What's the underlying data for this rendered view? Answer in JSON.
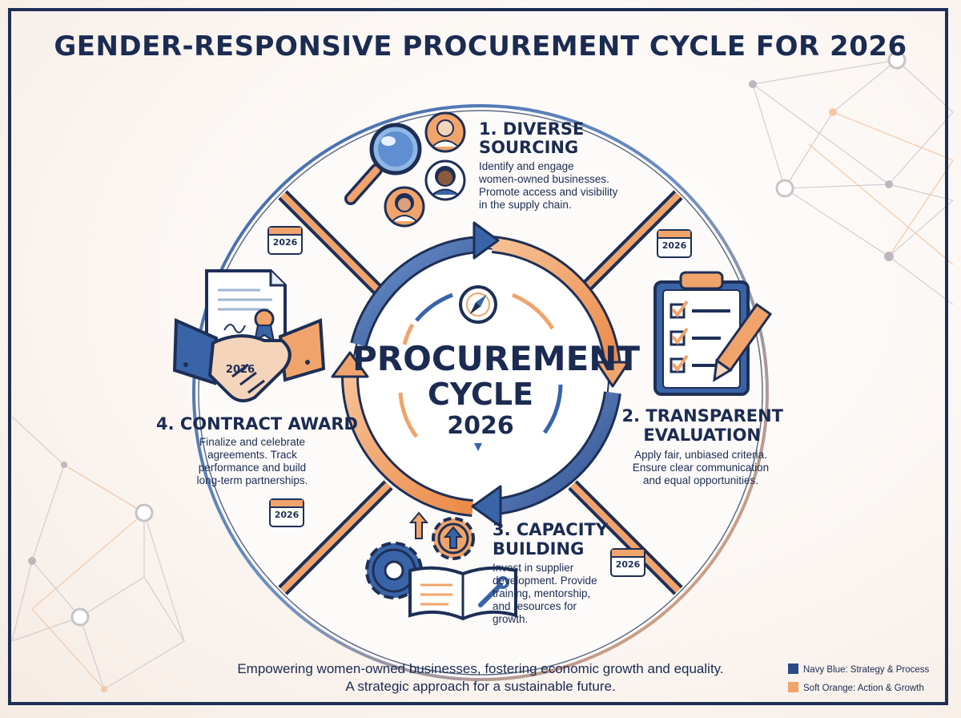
{
  "title": "GENDER-RESPONSIVE PROCUREMENT CYCLE FOR 2026",
  "center": {
    "line1": "PROCUREMENT",
    "line2": "CYCLE",
    "line3": "2026"
  },
  "steps": [
    {
      "heading_line1": "1. DIVERSE",
      "heading_line2": "SOURCING",
      "desc": [
        "Identify and engage",
        "women-owned businesses.",
        "Promote access and visibility",
        "in the supply chain."
      ]
    },
    {
      "heading_line1": "2. TRANSPARENT",
      "heading_line2": "EVALUATION",
      "desc": [
        "Apply fair, unbiased criteria.",
        "Ensure clear communication",
        "and equal opportunities."
      ]
    },
    {
      "heading_line1": "3. CAPACITY",
      "heading_line2": "BUILDING",
      "desc": [
        "Invest in supplier",
        "development. Provide",
        "training, mentorship,",
        "and resources for",
        "growth."
      ]
    },
    {
      "heading_line1": "4. CONTRACT AWARD",
      "desc": [
        "Finalize and celebrate",
        "agreements. Track",
        "performance and build",
        "long-term partnerships."
      ]
    }
  ],
  "calendar_year": "2026",
  "handshake_year": "2026",
  "footer": {
    "line1": "Empowering women-owned businesses, fostering economic growth and equality.",
    "line2": "A strategic approach for a sustainable future."
  },
  "legend": [
    {
      "label": "Navy Blue: Strategy & Process",
      "color": "#2b4a86"
    },
    {
      "label": "Soft Orange: Action & Growth",
      "color": "#f0a46b"
    }
  ],
  "colors": {
    "navy": "#1e2f56",
    "blue": "#3a64a8",
    "orange": "#f0a46b"
  }
}
